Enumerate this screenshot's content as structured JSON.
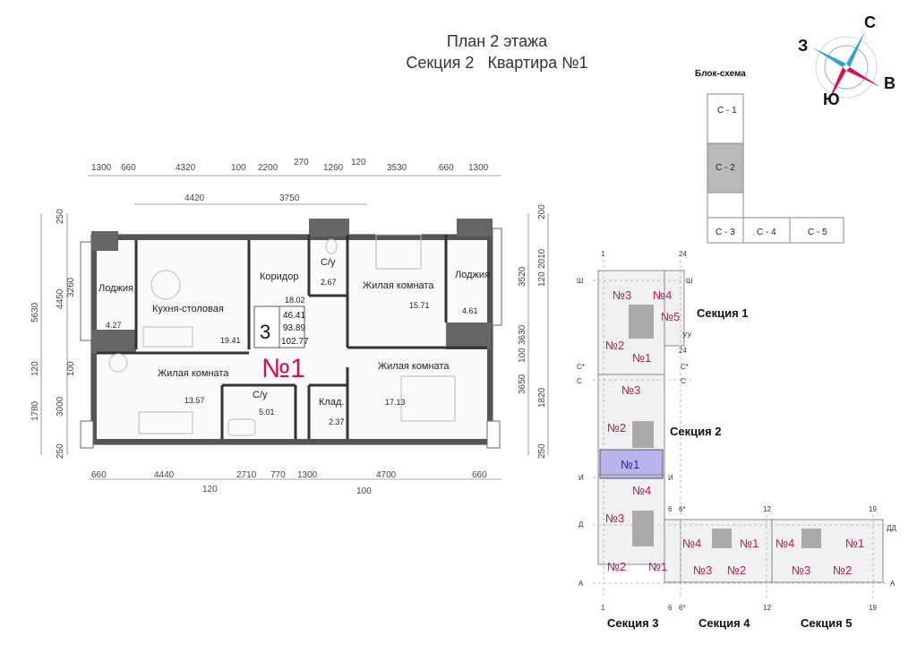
{
  "header": {
    "title_line1": "План 2 этажа",
    "title_line2_section": "Секция 2",
    "title_line2_apartment": "Квартира №1"
  },
  "compass": {
    "n": "С",
    "s": "Ю",
    "e": "В",
    "w": "З"
  },
  "block_scheme": {
    "title": "Блок-схема",
    "blocks": [
      "С - 1",
      "С - 2",
      "С - 3",
      "С - 4",
      "С - 5"
    ],
    "highlight_color": "#b9b9b9"
  },
  "apartment": {
    "badge_rooms": "3",
    "badge_number": "№1",
    "area_living": "46.41",
    "area_total": "93.89",
    "area_full": "102.77",
    "rooms": [
      {
        "name": "Лоджия",
        "area": "4.27"
      },
      {
        "name": "Кухня-столовая",
        "area": "19.41"
      },
      {
        "name": "Коридор",
        "area": "18.02"
      },
      {
        "name": "С/у",
        "area": "2.67"
      },
      {
        "name": "Жилая комната",
        "area": "15.71"
      },
      {
        "name": "Лоджия",
        "area": "4.61"
      },
      {
        "name": "Жилая комната",
        "area": "13.57"
      },
      {
        "name": "С/у",
        "area": "5.01"
      },
      {
        "name": "Клад.",
        "area": "2.37"
      },
      {
        "name": "Жилая комната",
        "area": "17.13"
      }
    ]
  },
  "dimensions": {
    "top_row1": [
      "1300",
      "660",
      "4320",
      "100",
      "2200",
      "270",
      "1260",
      "120",
      "3530",
      "660",
      "1300"
    ],
    "top_row2": [
      "4420",
      "3750"
    ],
    "bottom_row1": [
      "660",
      "4440",
      "2710",
      "770",
      "1300",
      "4700",
      "660"
    ],
    "bottom_row2": [
      "120",
      "100"
    ],
    "left_outer": [
      "250",
      "5630",
      "120",
      "1780",
      "250"
    ],
    "left_inner": [
      "4450",
      "3260",
      "100",
      "3000"
    ],
    "right_inner": [
      "3520",
      "3630",
      "100",
      "3650"
    ],
    "right_outer": [
      "200",
      "2010",
      "120",
      "1820",
      "250"
    ]
  },
  "key_plan": {
    "apartment_labels": [
      "№3",
      "№4",
      "№5",
      "№2",
      "№1",
      "№3",
      "№2",
      "№1",
      "№4",
      "№3",
      "№2",
      "№1",
      "№4",
      "№1",
      "№3",
      "№2",
      "№4",
      "№1",
      "№3",
      "№2"
    ],
    "sections": [
      "Секция 1",
      "Секция 2",
      "Секция 3",
      "Секция 4",
      "Секция 5"
    ],
    "axes": [
      "1",
      "24",
      "Ш",
      "Ш",
      "УУ",
      "24",
      "С*",
      "С*",
      "С",
      "С",
      "И",
      "И",
      "6",
      "6*",
      "Д",
      "12",
      "19",
      "ДД",
      "А",
      "А",
      "1",
      "6",
      "6*",
      "12",
      "19"
    ],
    "selected_color": "#b7b5ec",
    "accent_color": "#c8144f"
  }
}
